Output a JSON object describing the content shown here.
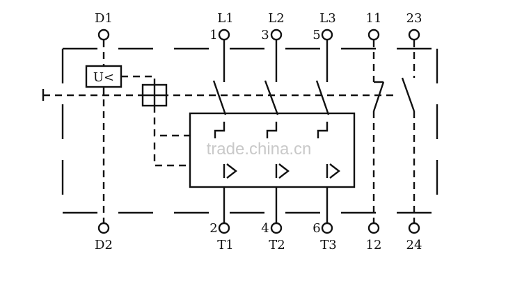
{
  "terminals_top": {
    "D1": "D1",
    "L1": "L1",
    "n1": "1",
    "L2": "L2",
    "n3": "3",
    "L3": "L3",
    "n5": "5",
    "t11": "11",
    "t23": "23"
  },
  "terminals_bottom": {
    "D2": "D2",
    "T1": "T1",
    "n2": "2",
    "T2": "T2",
    "n4": "4",
    "T3": "T3",
    "n6": "6",
    "t12": "12",
    "t24": "24"
  },
  "undervoltage_label": "U<",
  "watermark": "trade.china.cn"
}
